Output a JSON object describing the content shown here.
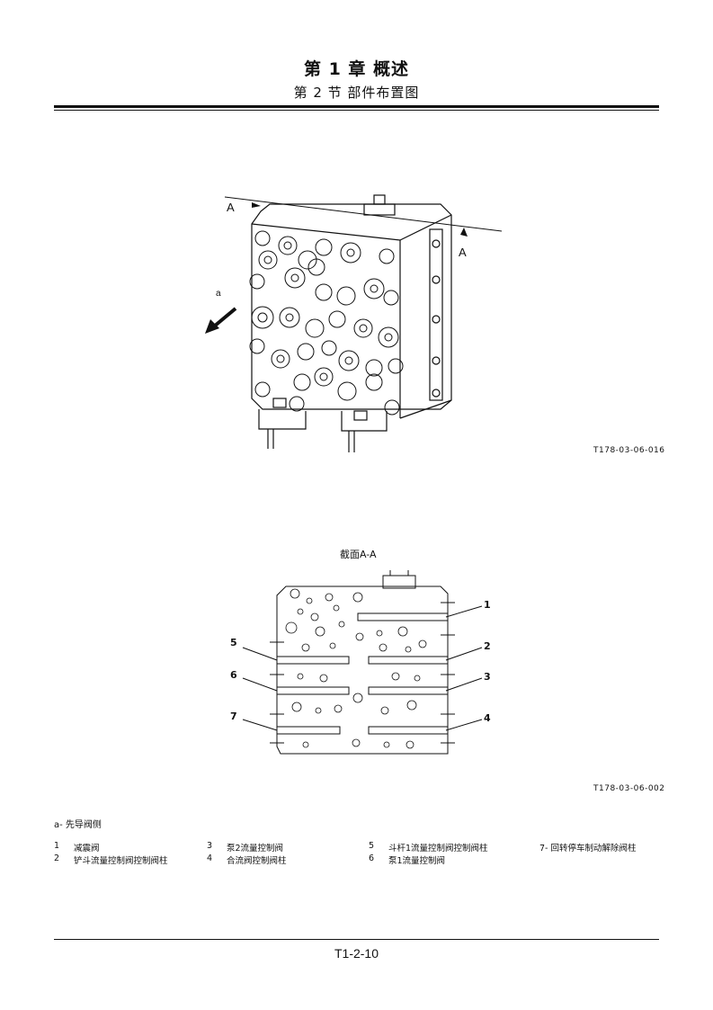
{
  "header": {
    "chapter": "第 1 章 概述",
    "section": "第 2 节 部件布置图"
  },
  "figure1": {
    "code": "T178-03-06-016",
    "label_A_left": "A",
    "label_A_right": "A",
    "label_a": "a"
  },
  "figure2": {
    "title": "截面A-A",
    "code": "T178-03-06-002",
    "callouts": [
      "1",
      "2",
      "3",
      "4",
      "5",
      "6",
      "7"
    ]
  },
  "note": "a- 先导阀侧",
  "legend": [
    [
      "1",
      "减震阀",
      "3",
      "泵2流量控制阀",
      "5",
      "斗杆1流量控制阀控制阀柱",
      "7- 回转停车制动解除阀柱"
    ],
    [
      "2",
      "铲斗流量控制阀控制阀柱",
      "4",
      "合流阀控制阀柱",
      "6",
      "泵1流量控制阀",
      ""
    ]
  ],
  "footer": {
    "page": "T1-2-10"
  }
}
